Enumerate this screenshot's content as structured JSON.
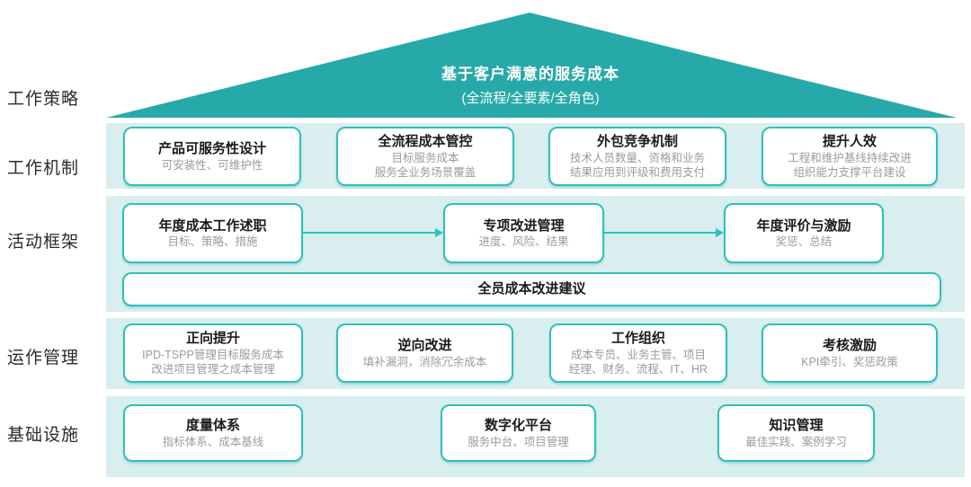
{
  "roof": {
    "title": "基于客户满意的服务成本",
    "subtitle": "(全流程/全要素/全角色)"
  },
  "left_labels": [
    "工作策略",
    "工作机制",
    "活动框架",
    "运作管理",
    "基础设施"
  ],
  "colors": {
    "roof": "#28a9a9",
    "band_background": "#d9eeee",
    "box_border": "#2fc0bc",
    "arrow": "#2fc0bc",
    "box_title_text": "#1a1a1a",
    "box_subtitle_text": "#9b9b9b"
  },
  "rows": [
    {
      "label": "工作机制",
      "boxes": [
        {
          "title": "产品可服务性设计",
          "lines": [
            "可安装性、可维护性"
          ]
        },
        {
          "title": "全流程成本管控",
          "lines": [
            "目标服务成本",
            "服务全业务场景覆盖"
          ]
        },
        {
          "title": "外包竞争机制",
          "lines": [
            "技术人员数量、资格和业务",
            "结果应用到评级和费用支付"
          ]
        },
        {
          "title": "提升人效",
          "lines": [
            "工程和维护基线持续改进",
            "组织能力支撑平台建设"
          ]
        }
      ]
    },
    {
      "label": "活动框架",
      "boxes": [
        {
          "title": "年度成本工作述职",
          "lines": [
            "目标、策略、措施"
          ]
        },
        {
          "title": "专项改进管理",
          "lines": [
            "进度、风险、结果"
          ]
        },
        {
          "title": "年度评价与激励",
          "lines": [
            "奖惩、总结"
          ]
        }
      ],
      "full_width_box": {
        "title": "全员成本改进建议"
      }
    },
    {
      "label": "运作管理",
      "boxes": [
        {
          "title": "正向提升",
          "lines": [
            "IPD-TSPP管理目标服务成本",
            "改进项目管理之成本管理"
          ]
        },
        {
          "title": "逆向改进",
          "lines": [
            "填补漏洞，消除冗余成本"
          ]
        },
        {
          "title": "工作组织",
          "lines": [
            "成本专员、业务主管、项目",
            "经理、财务、流程、IT、HR"
          ]
        },
        {
          "title": "考核激励",
          "lines": [
            "KPI牵引、奖惩政策"
          ]
        }
      ]
    },
    {
      "label": "基础设施",
      "boxes": [
        {
          "title": "度量体系",
          "lines": [
            "指标体系、成本基线"
          ]
        },
        {
          "title": "数字化平台",
          "lines": [
            "服务中台、项目管理"
          ]
        },
        {
          "title": "知识管理",
          "lines": [
            "最佳实践、案例学习"
          ]
        }
      ]
    }
  ]
}
